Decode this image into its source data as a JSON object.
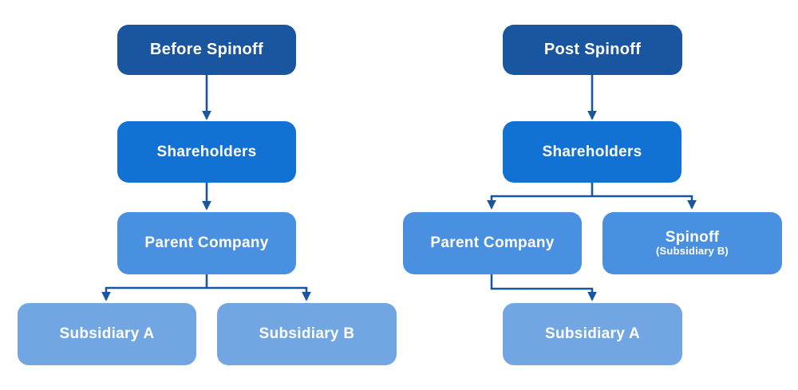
{
  "colors": {
    "background": "#FFFFFF",
    "node_text": "#FFFFFF",
    "level1_header": "#1A55A0",
    "level2_shareholders": "#1272D4",
    "level3_parent": "#4A90E0",
    "level4_subsidiary": "#72A6E3",
    "connector": "#1A55A0"
  },
  "diagram": {
    "left_flow": {
      "title": "Before Spinoff",
      "shareholders": "Shareholders",
      "parent_company": "Parent Company",
      "subsidiary_a": "Subsidiary A",
      "subsidiary_b": "Subsidiary B"
    },
    "right_flow": {
      "title": "Post Spinoff",
      "shareholders": "Shareholders",
      "parent_company": "Parent Company",
      "spinoff": "Spinoff",
      "spinoff_subtitle": "(Subsidiary B)",
      "subsidiary_a": "Subsidiary A"
    }
  }
}
